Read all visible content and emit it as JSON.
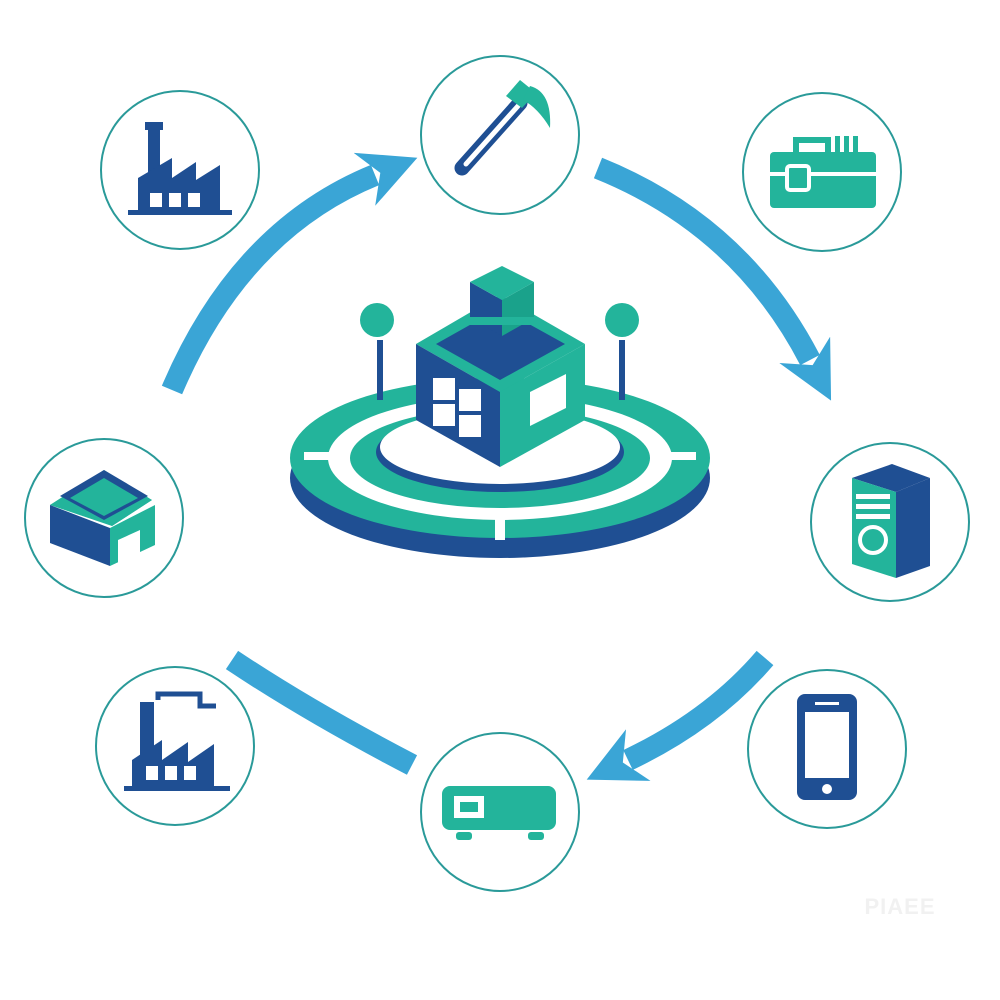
{
  "colors": {
    "navy": "#1f4f93",
    "teal": "#23b49b",
    "arrow": "#3aa5d6",
    "ring": "#2a9a99",
    "white": "#ffffff"
  },
  "hub": {
    "icon": "smart-building-platform-icon"
  },
  "nodes": [
    {
      "id": "factory-top-left",
      "icon": "factory-icon"
    },
    {
      "id": "hammer-top",
      "icon": "hammer-icon"
    },
    {
      "id": "toolbox-top-right",
      "icon": "toolbox-icon"
    },
    {
      "id": "warehouse-left",
      "icon": "warehouse-icon"
    },
    {
      "id": "server-right",
      "icon": "server-cabinet-icon"
    },
    {
      "id": "factory-bottom-left",
      "icon": "factory-icon"
    },
    {
      "id": "projector-bottom",
      "icon": "projector-icon"
    },
    {
      "id": "phone-bottom-right",
      "icon": "smartphone-icon"
    }
  ],
  "flows": [
    {
      "id": "left-to-top",
      "icon": "curved-arrow-icon"
    },
    {
      "id": "top-to-right",
      "icon": "curved-arrow-icon"
    },
    {
      "id": "right-to-bottom",
      "icon": "curved-arrow-icon"
    },
    {
      "id": "bottom-to-left",
      "icon": "curved-arrow-icon"
    }
  ],
  "watermark": {
    "text": "PIAEE",
    "kind": "faint watermark lettering"
  }
}
